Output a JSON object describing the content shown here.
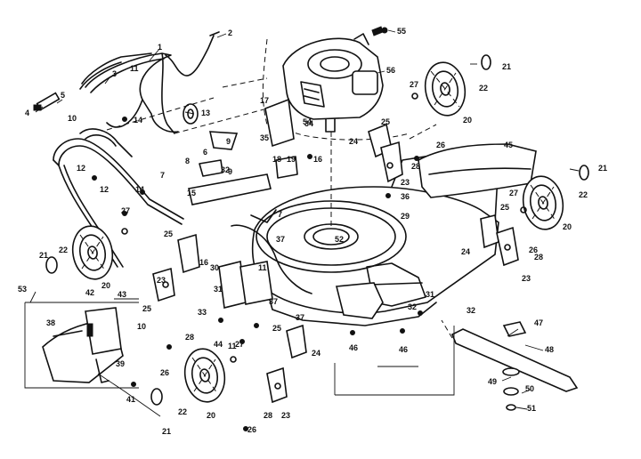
{
  "callouts": [
    {
      "id": "c1",
      "text": "1"
    },
    {
      "id": "c2",
      "text": "2"
    },
    {
      "id": "c3",
      "text": "3"
    },
    {
      "id": "c4",
      "text": "4"
    },
    {
      "id": "c5",
      "text": "5"
    },
    {
      "id": "c6",
      "text": "6"
    },
    {
      "id": "c7",
      "text": "7"
    },
    {
      "id": "c7b",
      "text": "7"
    },
    {
      "id": "c8",
      "text": "8"
    },
    {
      "id": "c9",
      "text": "9"
    },
    {
      "id": "c9b",
      "text": "9"
    },
    {
      "id": "c10",
      "text": "10"
    },
    {
      "id": "c10b",
      "text": "10"
    },
    {
      "id": "c11",
      "text": "11"
    },
    {
      "id": "c11b",
      "text": "11"
    },
    {
      "id": "c11c",
      "text": "11"
    },
    {
      "id": "c12",
      "text": "12"
    },
    {
      "id": "c12b",
      "text": "12"
    },
    {
      "id": "c13",
      "text": "13"
    },
    {
      "id": "c14",
      "text": "14"
    },
    {
      "id": "c14b",
      "text": "14"
    },
    {
      "id": "c15",
      "text": "15"
    },
    {
      "id": "c16",
      "text": "16"
    },
    {
      "id": "c16b",
      "text": "16"
    },
    {
      "id": "c17",
      "text": "17"
    },
    {
      "id": "c18",
      "text": "18"
    },
    {
      "id": "c19",
      "text": "19"
    },
    {
      "id": "c20",
      "text": "20"
    },
    {
      "id": "c20b",
      "text": "20"
    },
    {
      "id": "c20c",
      "text": "20"
    },
    {
      "id": "c20d",
      "text": "20"
    },
    {
      "id": "c21",
      "text": "21"
    },
    {
      "id": "c21b",
      "text": "21"
    },
    {
      "id": "c21c",
      "text": "21"
    },
    {
      "id": "c21d",
      "text": "21"
    },
    {
      "id": "c22",
      "text": "22"
    },
    {
      "id": "c22b",
      "text": "22"
    },
    {
      "id": "c22c",
      "text": "22"
    },
    {
      "id": "c22d",
      "text": "22"
    },
    {
      "id": "c23",
      "text": "23"
    },
    {
      "id": "c23b",
      "text": "23"
    },
    {
      "id": "c23c",
      "text": "23"
    },
    {
      "id": "c23d",
      "text": "23"
    },
    {
      "id": "c24",
      "text": "24"
    },
    {
      "id": "c24b",
      "text": "24"
    },
    {
      "id": "c24c",
      "text": "24"
    },
    {
      "id": "c25",
      "text": "25"
    },
    {
      "id": "c25b",
      "text": "25"
    },
    {
      "id": "c25c",
      "text": "25"
    },
    {
      "id": "c25d",
      "text": "25"
    },
    {
      "id": "c25e",
      "text": "25"
    },
    {
      "id": "c26",
      "text": "26"
    },
    {
      "id": "c26b",
      "text": "26"
    },
    {
      "id": "c26c",
      "text": "26"
    },
    {
      "id": "c26d",
      "text": "26"
    },
    {
      "id": "c27",
      "text": "27"
    },
    {
      "id": "c27b",
      "text": "27"
    },
    {
      "id": "c27c",
      "text": "27"
    },
    {
      "id": "c27d",
      "text": "27"
    },
    {
      "id": "c28",
      "text": "28"
    },
    {
      "id": "c28b",
      "text": "28"
    },
    {
      "id": "c28c",
      "text": "28"
    },
    {
      "id": "c28d",
      "text": "28"
    },
    {
      "id": "c29",
      "text": "29"
    },
    {
      "id": "c30",
      "text": "30"
    },
    {
      "id": "c31",
      "text": "31"
    },
    {
      "id": "c31b",
      "text": "31"
    },
    {
      "id": "c32",
      "text": "32"
    },
    {
      "id": "c32b",
      "text": "32"
    },
    {
      "id": "c32c",
      "text": "32"
    },
    {
      "id": "c33",
      "text": "33"
    },
    {
      "id": "c34",
      "text": "34"
    },
    {
      "id": "c35",
      "text": "35"
    },
    {
      "id": "c36",
      "text": "36"
    },
    {
      "id": "c37",
      "text": "37"
    },
    {
      "id": "c37b",
      "text": "37"
    },
    {
      "id": "c37c",
      "text": "37"
    },
    {
      "id": "c38",
      "text": "38"
    },
    {
      "id": "c39",
      "text": "39"
    },
    {
      "id": "c41",
      "text": "41"
    },
    {
      "id": "c42",
      "text": "42"
    },
    {
      "id": "c43",
      "text": "43"
    },
    {
      "id": "c44",
      "text": "44"
    },
    {
      "id": "c45",
      "text": "45"
    },
    {
      "id": "c46",
      "text": "46"
    },
    {
      "id": "c46b",
      "text": "46"
    },
    {
      "id": "c47",
      "text": "47"
    },
    {
      "id": "c48",
      "text": "48"
    },
    {
      "id": "c49",
      "text": "49"
    },
    {
      "id": "c50",
      "text": "50"
    },
    {
      "id": "c51",
      "text": "51"
    },
    {
      "id": "c52",
      "text": "52"
    },
    {
      "id": "c53",
      "text": "53"
    },
    {
      "id": "c54",
      "text": "54"
    },
    {
      "id": "c55",
      "text": "55"
    },
    {
      "id": "c56",
      "text": "56"
    }
  ]
}
